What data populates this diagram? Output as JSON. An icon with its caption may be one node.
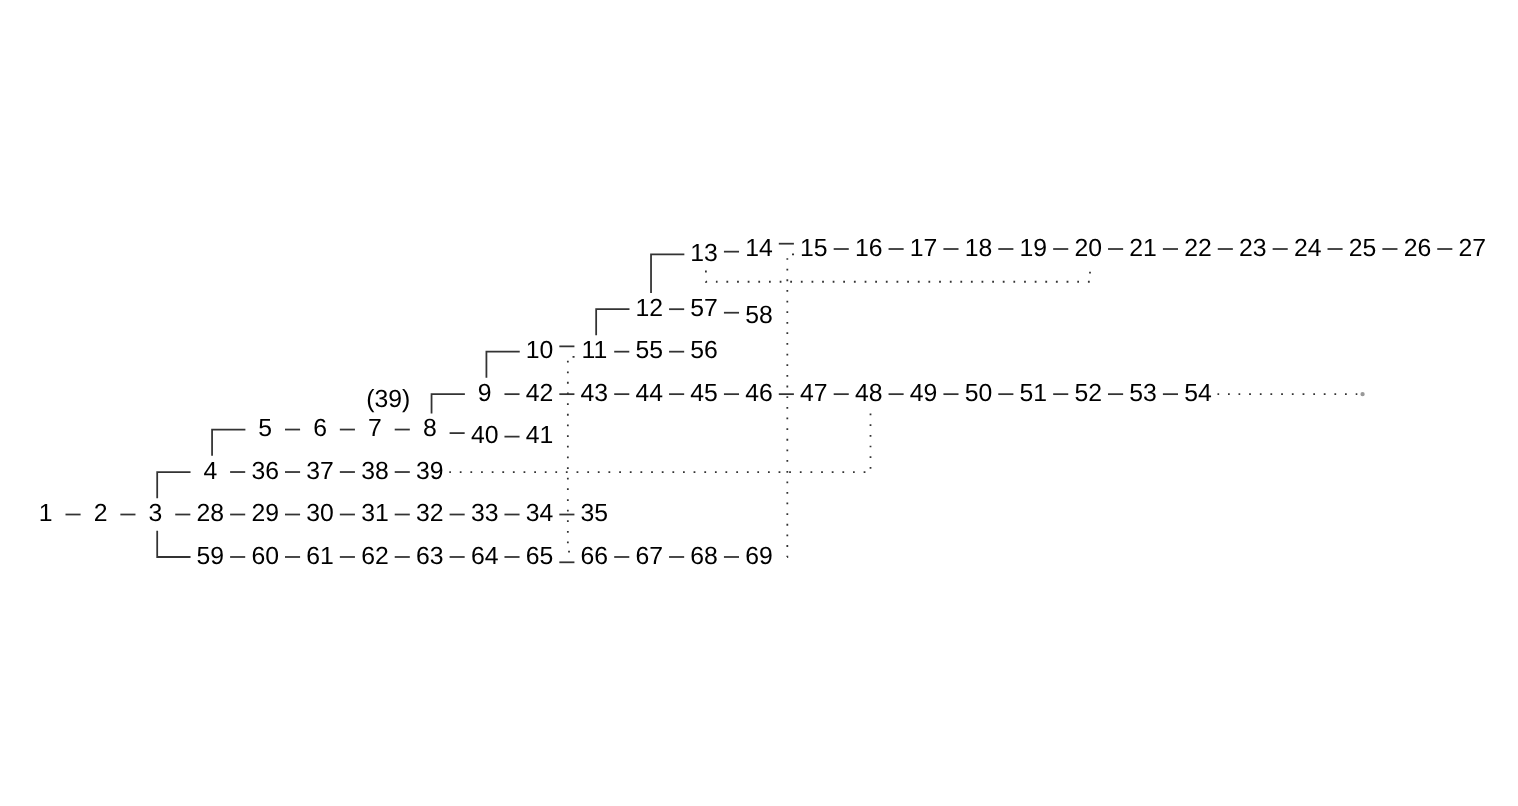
{
  "diagram": {
    "nodes": [
      {
        "text": [
          "1"
        ]
      },
      {
        "text": [
          "2"
        ]
      },
      {
        "text": [
          "3"
        ]
      },
      {
        "text": [
          "4"
        ]
      },
      {
        "text": [
          "5"
        ]
      },
      {
        "text": [
          "6"
        ]
      },
      {
        "text": [
          "7"
        ]
      },
      {
        "text": [
          "8"
        ],
        "beside": [
          "(39)"
        ]
      },
      {
        "text": [
          "9"
        ]
      },
      {
        "text": [
          "10"
        ]
      },
      {
        "text": [
          "11"
        ]
      },
      {
        "text": [
          "12"
        ]
      },
      {
        "text": [
          "13"
        ]
      },
      {
        "text": [
          "14"
        ]
      },
      {
        "text": [
          "15"
        ]
      },
      {
        "text": [
          "16"
        ]
      },
      {
        "text": [
          "17"
        ]
      },
      {
        "text": [
          "18"
        ]
      },
      {
        "text": [
          "19"
        ]
      },
      {
        "text": [
          "20"
        ]
      },
      {
        "text": [
          "21"
        ]
      },
      {
        "text": [
          "22"
        ]
      },
      {
        "text": [
          "23"
        ]
      },
      {
        "text": [
          "24"
        ]
      },
      {
        "text": [
          "25"
        ]
      },
      {
        "text": [
          "26"
        ]
      },
      {
        "text": [
          "27"
        ]
      },
      {
        "text": [
          "28"
        ]
      },
      {
        "text": [
          "29"
        ]
      },
      {
        "text": [
          "30"
        ]
      },
      {
        "text": [
          "31"
        ]
      },
      {
        "text": [
          "32"
        ]
      },
      {
        "text": [
          "33"
        ]
      },
      {
        "text": [
          "34"
        ]
      },
      {
        "text": [
          "35"
        ]
      },
      {
        "text": [
          "36"
        ]
      },
      {
        "text": [
          "37"
        ]
      },
      {
        "text": [
          "38"
        ]
      },
      {
        "text": [
          "39"
        ]
      },
      {
        "text": [
          "40"
        ]
      },
      {
        "text": [
          "41"
        ]
      },
      {
        "text": [
          "42"
        ]
      },
      {
        "text": [
          "43"
        ]
      },
      {
        "text": [
          "44"
        ]
      },
      {
        "text": [
          "45"
        ]
      },
      {
        "text": [
          "46"
        ]
      },
      {
        "text": [
          "47"
        ]
      },
      {
        "text": [
          "48"
        ]
      },
      {
        "text": [
          "49"
        ]
      },
      {
        "text": [
          "50"
        ]
      },
      {
        "text": [
          "51"
        ]
      },
      {
        "text": [
          "52"
        ]
      },
      {
        "text": [
          "53"
        ]
      },
      {
        "text": [
          "54"
        ]
      },
      {
        "text": [
          "55"
        ]
      },
      {
        "text": [
          "56"
        ]
      },
      {
        "text": [
          "57"
        ]
      },
      {
        "text": [
          "58"
        ]
      },
      {
        "text": [
          "59"
        ]
      },
      {
        "text": [
          "60"
        ]
      },
      {
        "text": [
          "61"
        ]
      },
      {
        "text": [
          "62"
        ]
      },
      {
        "text": [
          "63"
        ]
      },
      {
        "text": [
          "64"
        ]
      },
      {
        "text": [
          "65"
        ]
      },
      {
        "text": [
          "66"
        ]
      },
      {
        "text": [
          "67"
        ]
      },
      {
        "text": [
          "68"
        ]
      },
      {
        "text": [
          "69"
        ]
      }
    ],
    "edges": [
      {
        "from": 0,
        "to": 1,
        "arrow": "none"
      },
      {
        "from": 1,
        "to": 2,
        "arrow": "none"
      },
      {
        "from": 2,
        "to": 3,
        "arrow": "none"
      },
      {
        "from": 3,
        "to": 4,
        "arrow": "none"
      },
      {
        "from": 4,
        "to": 5,
        "arrow": "none"
      },
      {
        "from": 5,
        "to": 6,
        "arrow": "none"
      },
      {
        "from": 6,
        "to": 7,
        "arrow": "none"
      },
      {
        "from": 7,
        "to": 8,
        "arrow": "none"
      },
      {
        "from": 8,
        "to": 9,
        "arrow": "none"
      },
      {
        "from": 9,
        "to": 10,
        "arrow": "none"
      },
      {
        "from": 10,
        "to": 11,
        "arrow": "none"
      },
      {
        "from": 11,
        "to": 12,
        "arrow": "none"
      },
      {
        "from": 12,
        "to": 13,
        "arrow": "none"
      },
      {
        "from": 13,
        "to": 14,
        "arrow": "none"
      },
      {
        "from": 14,
        "to": 15,
        "arrow": "none"
      },
      {
        "from": 15,
        "to": 16,
        "arrow": "none"
      },
      {
        "from": 16,
        "to": 17,
        "arrow": "none"
      },
      {
        "from": 17,
        "to": 18,
        "arrow": "none"
      },
      {
        "from": 18,
        "to": 19,
        "arrow": "none"
      },
      {
        "from": 19,
        "to": 20,
        "arrow": "none"
      },
      {
        "from": 20,
        "to": 21,
        "arrow": "none"
      },
      {
        "from": 21,
        "to": 22,
        "arrow": "none"
      },
      {
        "from": 22,
        "to": 23,
        "arrow": "none"
      },
      {
        "from": 23,
        "to": 24,
        "arrow": "none"
      },
      {
        "from": 24,
        "to": 25,
        "arrow": "none"
      },
      {
        "from": 25,
        "to": 26,
        "arrow": "none"
      },
      {
        "from": 2,
        "to": 27,
        "arrow": "none"
      },
      {
        "from": 27,
        "to": 28,
        "arrow": "none"
      },
      {
        "from": 28,
        "to": 29,
        "arrow": "none"
      },
      {
        "from": 29,
        "to": 30,
        "arrow": "none"
      },
      {
        "from": 30,
        "to": 31,
        "arrow": "none"
      },
      {
        "from": 31,
        "to": 32,
        "arrow": "none"
      },
      {
        "from": 32,
        "to": 33,
        "arrow": "none"
      },
      {
        "from": 33,
        "to": 34,
        "arrow": "none"
      },
      {
        "from": 3,
        "to": 35,
        "arrow": "none"
      },
      {
        "from": 35,
        "to": 36,
        "arrow": "none"
      },
      {
        "from": 36,
        "to": 37,
        "arrow": "none"
      },
      {
        "from": 37,
        "to": 38,
        "arrow": "none"
      },
      {
        "from": 7,
        "to": 39,
        "arrow": "none"
      },
      {
        "from": 39,
        "to": 40,
        "arrow": "none"
      },
      {
        "from": 8,
        "to": 41,
        "arrow": "none"
      },
      {
        "from": 41,
        "to": 42,
        "arrow": "none"
      },
      {
        "from": 42,
        "to": 43,
        "arrow": "none"
      },
      {
        "from": 43,
        "to": 44,
        "arrow": "none"
      },
      {
        "from": 44,
        "to": 45,
        "arrow": "none"
      },
      {
        "from": 45,
        "to": 46,
        "arrow": "none"
      },
      {
        "from": 46,
        "to": 47,
        "arrow": "none"
      },
      {
        "from": 47,
        "to": 48,
        "arrow": "none"
      },
      {
        "from": 48,
        "to": 49,
        "arrow": "none"
      },
      {
        "from": 49,
        "to": 50,
        "arrow": "none"
      },
      {
        "from": 50,
        "to": 51,
        "arrow": "none"
      },
      {
        "from": 51,
        "to": 52,
        "arrow": "none"
      },
      {
        "from": 52,
        "to": 53,
        "arrow": "none"
      },
      {
        "from": 10,
        "to": 54,
        "arrow": "none"
      },
      {
        "from": 54,
        "to": 55,
        "arrow": "none"
      },
      {
        "from": 11,
        "to": 56,
        "arrow": "none"
      },
      {
        "from": 56,
        "to": 57,
        "arrow": "none"
      },
      {
        "from": 2,
        "to": 58,
        "arrow": "none"
      },
      {
        "from": 58,
        "to": 59,
        "arrow": "none"
      },
      {
        "from": 59,
        "to": 60,
        "arrow": "none"
      },
      {
        "from": 60,
        "to": 61,
        "arrow": "none"
      },
      {
        "from": 61,
        "to": 62,
        "arrow": "none"
      },
      {
        "from": 62,
        "to": 63,
        "arrow": "none"
      },
      {
        "from": 63,
        "to": 64,
        "arrow": "none"
      },
      {
        "from": 64,
        "to": 65,
        "arrow": "none"
      },
      {
        "from": 65,
        "to": 66,
        "arrow": "none"
      },
      {
        "from": 66,
        "to": 67,
        "arrow": "none"
      },
      {
        "from": 67,
        "to": 68,
        "arrow": "none"
      },
      {
        "from": 38,
        "to": 47,
        "arrow": "none",
        "style": "dashed"
      },
      {
        "from": 53,
        "to": null,
        "arrow": "none",
        "style": "dashed"
      },
      {
        "from": 12,
        "to": 19,
        "arrow": "none",
        "style": "dashed"
      },
      {
        "from": 10,
        "to": 65,
        "arrow": "none",
        "style": "dashed"
      },
      {
        "from": 14,
        "to": 68,
        "arrow": "none",
        "style": "dashed"
      }
    ]
  }
}
